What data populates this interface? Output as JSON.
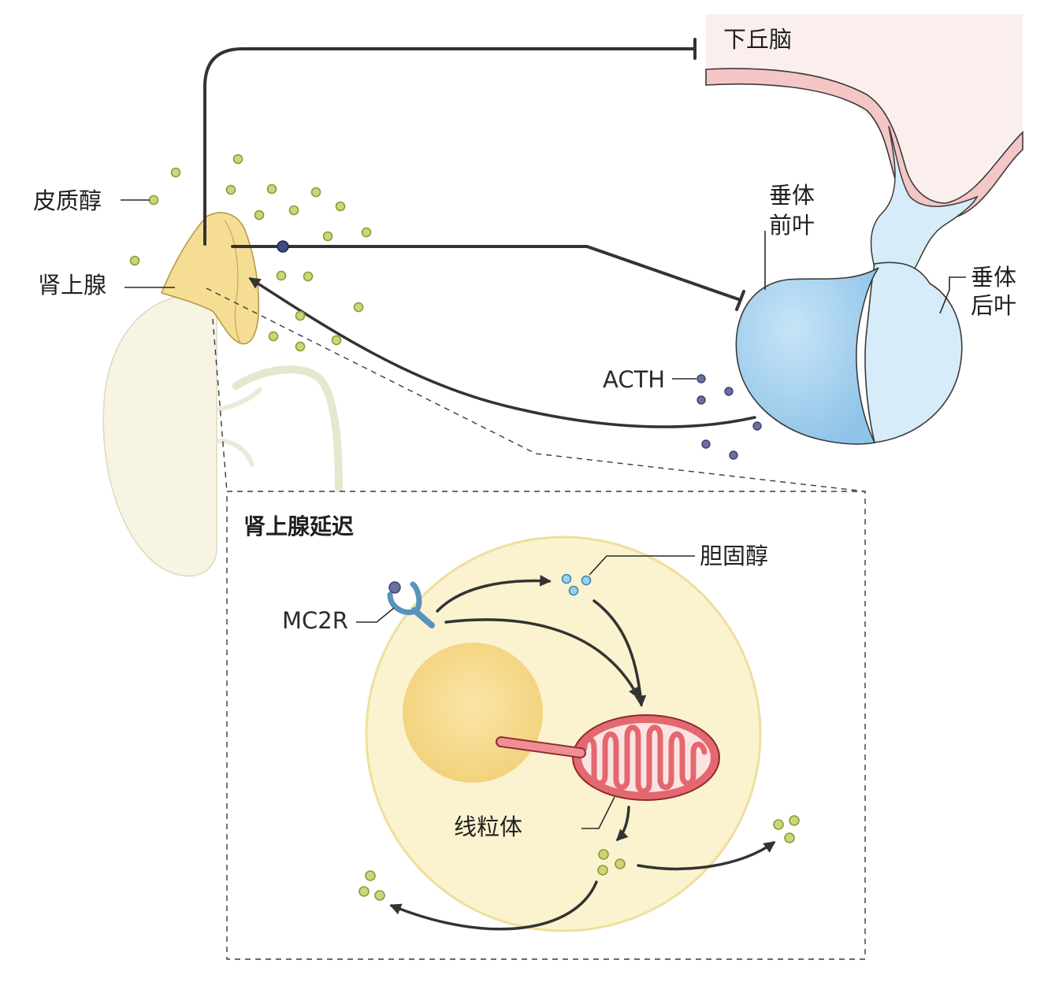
{
  "labels": {
    "hypothalamus": "下丘脑",
    "cortisol": "皮质醇",
    "adrenal_gland": "肾上腺",
    "anterior_pituitary_line1": "垂体",
    "anterior_pituitary_line2": "前叶",
    "posterior_pituitary_line1": "垂体",
    "posterior_pituitary_line2": "后叶",
    "acth": "ACTH",
    "inset_title": "肾上腺延迟",
    "cholesterol": "胆固醇",
    "mc2r": "MC2R",
    "mitochondria": "线粒体"
  },
  "colors": {
    "hypothalamus": "#f6d2d2",
    "pituitary_anterior": "#a9d3ef",
    "pituitary_posterior": "#d6ecf8",
    "adrenal": "#f6dd94",
    "kidney": "#f7f4e3",
    "cell": "#fbf3cf",
    "nucleus": "#f6d98a",
    "mitochondrion": "#e4686f",
    "cortisol_molecule": "#cdd57a",
    "acth_molecule": "#6a6fa0",
    "cholesterol_molecule": "#9ecfe8"
  }
}
